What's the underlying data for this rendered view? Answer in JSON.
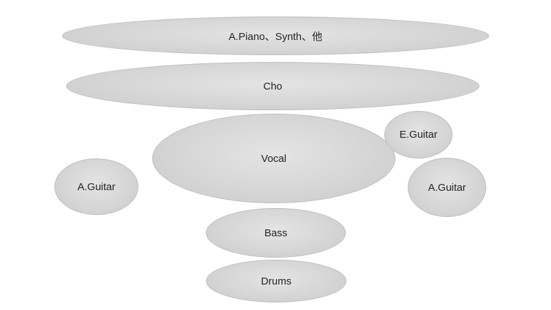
{
  "diagram": {
    "parts": {
      "keys_synth": "A.Piano、Synth、他",
      "chorus": "Cho",
      "electric_guitar": "E.Guitar",
      "vocal": "Vocal",
      "acoustic_guitar_left": "A.Guitar",
      "acoustic_guitar_right": "A.Guitar",
      "bass": "Bass",
      "drums": "Drums"
    },
    "colors": {
      "fill": "#d6d6d6",
      "stroke": "#bdbdbd",
      "text": "#222222"
    }
  }
}
